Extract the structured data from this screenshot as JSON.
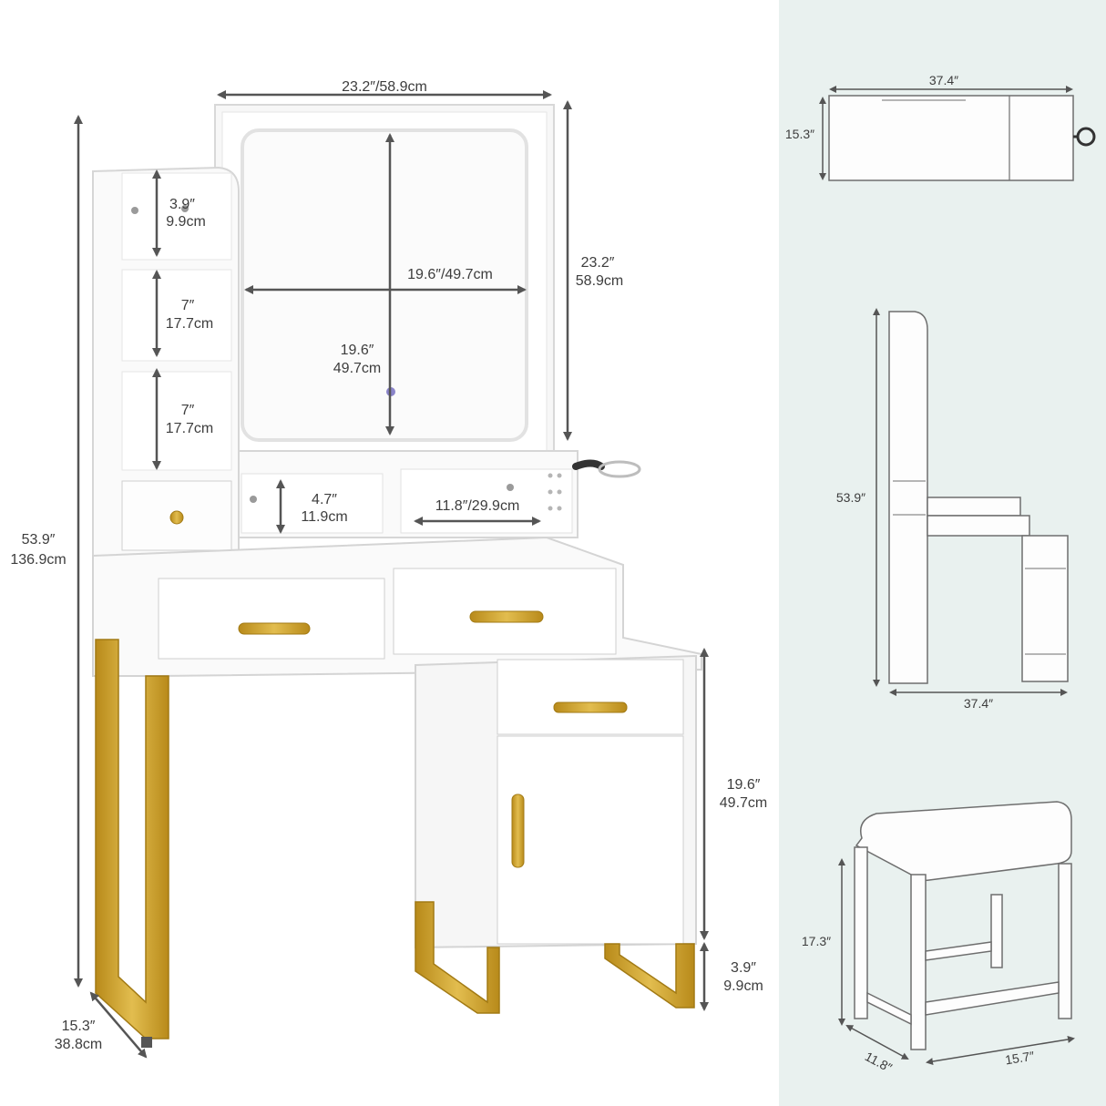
{
  "vanity": {
    "mirror_width": "23.2″/58.9cm",
    "mirror_height_in": "23.2″",
    "mirror_height_cm": "58.9cm",
    "inner_width": "19.6″/49.7cm",
    "inner_height_in": "19.6″",
    "inner_height_cm": "49.7cm",
    "shelf1_in": "3.9″",
    "shelf1_cm": "9.9cm",
    "shelf2_in": "7″",
    "shelf2_cm": "17.7cm",
    "shelf3_in": "7″",
    "shelf3_cm": "17.7cm",
    "cubby_h_in": "4.7″",
    "cubby_h_cm": "11.9cm",
    "cubby_w": "11.8″/29.9cm",
    "total_h_in": "53.9″",
    "total_h_cm": "136.9cm",
    "cabinet_h_in": "19.6″",
    "cabinet_h_cm": "49.7cm",
    "leg_h_in": "3.9″",
    "leg_h_cm": "9.9cm",
    "depth_in": "15.3″",
    "depth_cm": "38.8cm"
  },
  "top_view": {
    "width": "37.4″",
    "depth": "15.3″"
  },
  "side_view": {
    "height": "53.9″",
    "width": "37.4″"
  },
  "stool": {
    "height": "17.3″",
    "depth": "11.8″",
    "width": "15.7″"
  },
  "colors": {
    "panel_bg": "#e9f1ef",
    "gold": "#c9a227",
    "dim_line": "#555555"
  }
}
